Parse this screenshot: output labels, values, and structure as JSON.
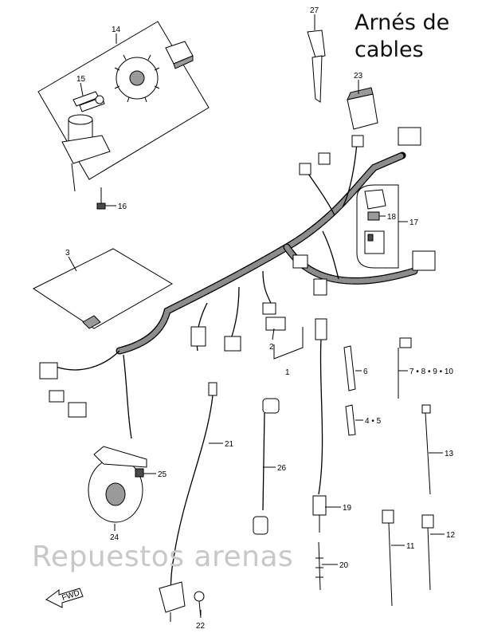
{
  "title": {
    "line1": "Arnés de",
    "line2": "cables"
  },
  "watermark": "Repuestos arenas",
  "direction_label": "FWD",
  "callouts": {
    "c1": "1",
    "c2": "2",
    "c3": "3",
    "c4_5": "4 • 5",
    "c6": "6",
    "c7_10": "7 • 8 • 9 • 10",
    "c11": "11",
    "c12": "12",
    "c13": "13",
    "c14": "14",
    "c15": "15",
    "c16": "16",
    "c17": "17",
    "c18": "18",
    "c19": "19",
    "c20": "20",
    "c21": "21",
    "c22": "22",
    "c23": "23",
    "c24": "24",
    "c25": "25",
    "c26": "26",
    "c27": "27"
  }
}
